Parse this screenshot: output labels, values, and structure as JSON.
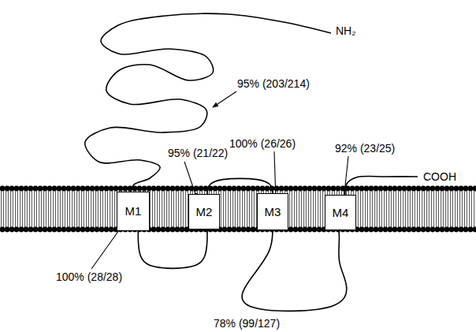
{
  "diagram": {
    "nodes": [
      {
        "text": [
          "M1"
        ]
      },
      {
        "text": [
          "M2"
        ]
      },
      {
        "text": [
          "M3"
        ]
      },
      {
        "text": [
          "M4"
        ]
      }
    ],
    "edges": [
      {
        "from": 0,
        "to": 1,
        "arrow": "none"
      },
      {
        "from": 1,
        "to": 2,
        "arrow": "none"
      },
      {
        "from": 2,
        "to": 3,
        "arrow": "none"
      }
    ],
    "labels": [
      "NH₂",
      "95% (203/214)",
      "95% (21/22)",
      "100% (26/26)",
      "92% (23/25)",
      "COOH",
      "100% (28/28)",
      "78% (99/127)"
    ]
  }
}
